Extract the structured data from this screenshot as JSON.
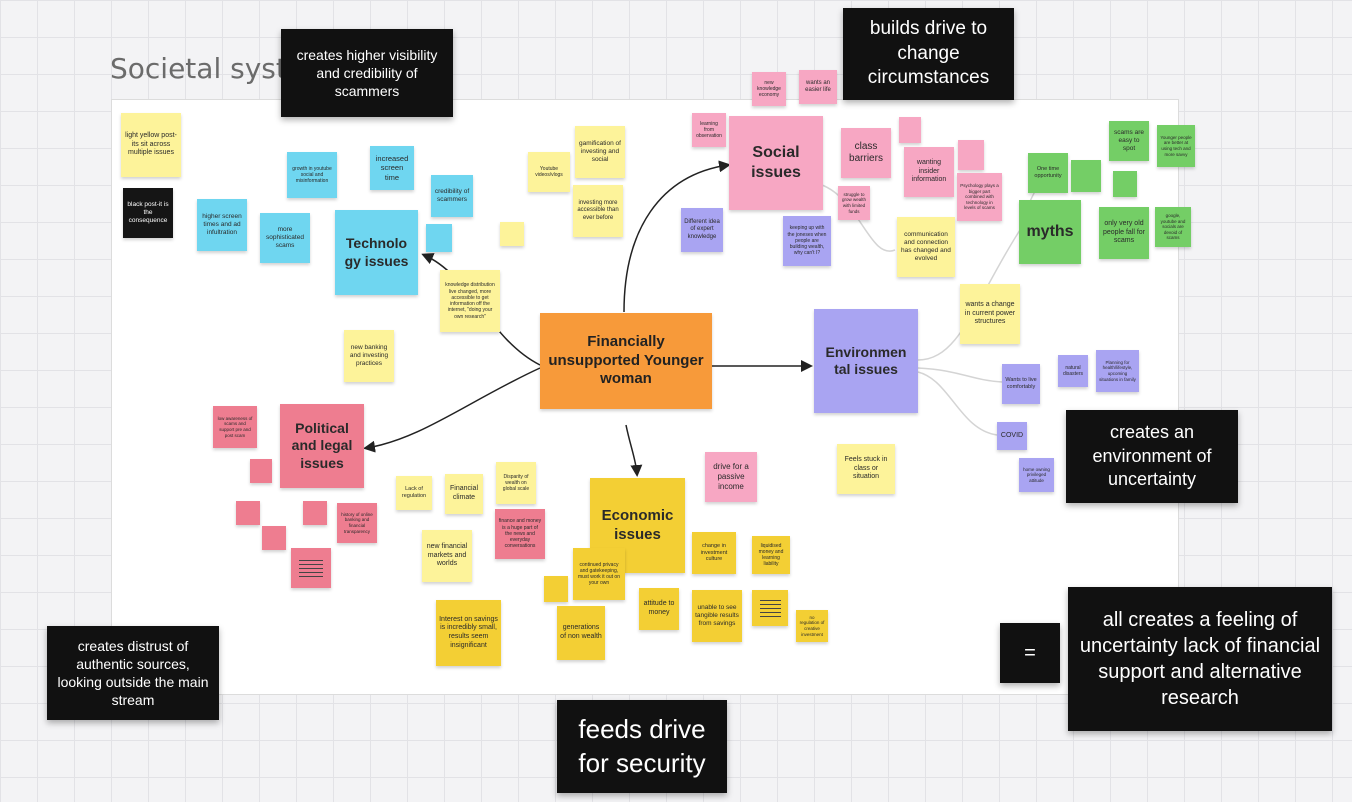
{
  "board": {
    "title": "Societal systems"
  },
  "center": {
    "label": "Financially unsupported Younger woman"
  },
  "themes": {
    "technology": "Technolo gy issues",
    "social": "Social issues",
    "environmental": "Environmen tal issues",
    "political": "Political and legal issues",
    "economic": "Economic issues",
    "myths": "myths"
  },
  "callouts": {
    "visibility": "creates higher visibility and credibility of scammers",
    "change": "builds drive to change circumstances",
    "uncertainty": "creates an environment of uncertainty",
    "distrust": "creates distrust of authentic sources, looking outside the main stream",
    "security": "feeds drive for security",
    "equals": "=",
    "conclusion": "all creates a feeling of uncertainty lack of financial support and alternative research"
  },
  "notes": {
    "legend_yellow": "light yellow post-its sit across multiple issues",
    "legend_black": "black post-it is the consequence",
    "higher_screen": "higher screen times and ad infultration",
    "growth_youtube": "growth in youtube social and misinformation",
    "increased_screen": "increased screen time",
    "sophisticated_scams": "more sophisticated scams",
    "credibility_scammers": "credibility of scammers",
    "youtube_video": "Youtube videos/vlogs",
    "gamification": "gamification of investing and social",
    "investing_accessible": "investing more accessible than ever before",
    "knowledge_dist": "knowledge distribution live changed, more accessible to get information off the internet, \"doing your own research\"",
    "new_banking": "new banking and investing practices",
    "learning_obs": "learning from observation",
    "new_knowledge": "new knowledge economy",
    "wants_easier": "wants an easier life",
    "class_barriers": "class barriers",
    "wanting_insider": "wanting insider information",
    "different_idea": "Different idea of expert knowledge",
    "struggle_grow": "struggle to grow wealth with limited funds",
    "keeping_up": "keeping up with the joneses when people are building wealth, why can't I?",
    "psychology": "Psychology plays a bigger part combined with technology in levels of scams",
    "communication": "communication and connection has changed and evolved",
    "one_time": "One time opportunity",
    "scams_easy": "scams are easy to spot",
    "younger_better": "Younger people are better at using tech and more savvy",
    "myths_label": "myths",
    "only_old": "only very old people fall for scams",
    "google_youtube": "google, youtube and socials are devoid of scams",
    "wants_change": "wants a change in current power structures",
    "wants_comfort": "Wants to live comfortably",
    "natural_disasters": "natural disasters",
    "planning_future": "Planning for health/lifestyle, upcoming situations in family",
    "covid": "COVID",
    "home_owning": "home owning privileged attitude",
    "feels_stuck": "Feels stuck in class or situation",
    "low_awareness": "low awareness of scams and support pre and post scam",
    "lack_regulation": "Lack of regulation",
    "financial_climate": "Financial climate",
    "disparity_wealth": "Disparity of wealth on global scale",
    "history_banking": "history of online banking and financial transparency",
    "new_markets": "new financial markets and worlds",
    "finance_news": "finance and money is a huge part of the news and everyday conversations",
    "drive_passive": "drive for a passive income",
    "continued_privacy": "continued privacy and gatekeeping, must work it out on your own",
    "change_investment": "change in investment culture",
    "liquidised_money": "liquidised money and learning liability",
    "interest_savings": "Interest on savings is incredibly small, results seem insignificant",
    "generations": "generations of non wealth",
    "attitude_money": "attitude to money",
    "unable_tangible": "unable to see tangible results from savings",
    "no_regulation": "no regulation of creative investment"
  },
  "icons": {
    "lines_note_pink": "text-lines-icon",
    "lines_note_yellow": "text-lines-icon"
  },
  "colors": {
    "center": "#f79a3a",
    "blue": "#6fd6f0",
    "pink": "#f7a7c3",
    "red": "#ee7d90",
    "violet": "#a9a4f2",
    "green": "#74ce66",
    "yellow": "#f3cf34",
    "light_yellow": "#fdf39a",
    "black": "#111111"
  }
}
